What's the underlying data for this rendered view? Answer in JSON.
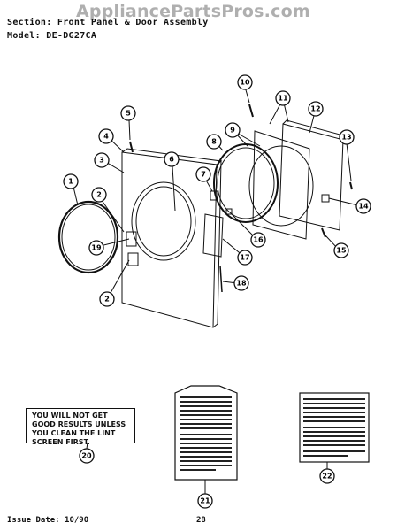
{
  "header": {
    "section_label": "Section:",
    "section_title": "Front Panel & Door Assembly",
    "model_label": "Model:",
    "model_value": "DE-DG27CA"
  },
  "watermark": "AppliancePartsPros.com",
  "callouts": [
    "1",
    "2",
    "2",
    "3",
    "4",
    "5",
    "6",
    "7",
    "8",
    "9",
    "9",
    "10",
    "11",
    "12",
    "13",
    "14",
    "15",
    "16",
    "17",
    "18",
    "19",
    "20",
    "21",
    "22"
  ],
  "labels": {
    "warning_lines": [
      "YOU WILL NOT GET",
      "GOOD RESULTS UNLESS",
      "YOU CLEAN THE LINT",
      "SCREEN FIRST."
    ]
  },
  "footer": {
    "issue": "Issue Date: 10/90",
    "page": "28"
  }
}
